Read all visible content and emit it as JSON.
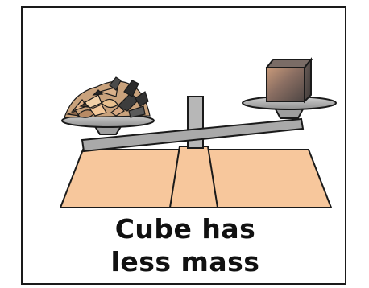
{
  "caption": {
    "line1": "Cube has",
    "line2": "less mass"
  },
  "colors": {
    "base_fill": "#f7c79c",
    "beam_fill": "#a9a9a9",
    "pan_fill": "#b9b9b9",
    "cube_front": "#8a6e62",
    "cube_top": "#6f5e58",
    "outline": "#1a1a1a"
  },
  "objects": {
    "left_pan_item": "mixed-scrap-pile",
    "right_pan_item": "metal-cube"
  }
}
